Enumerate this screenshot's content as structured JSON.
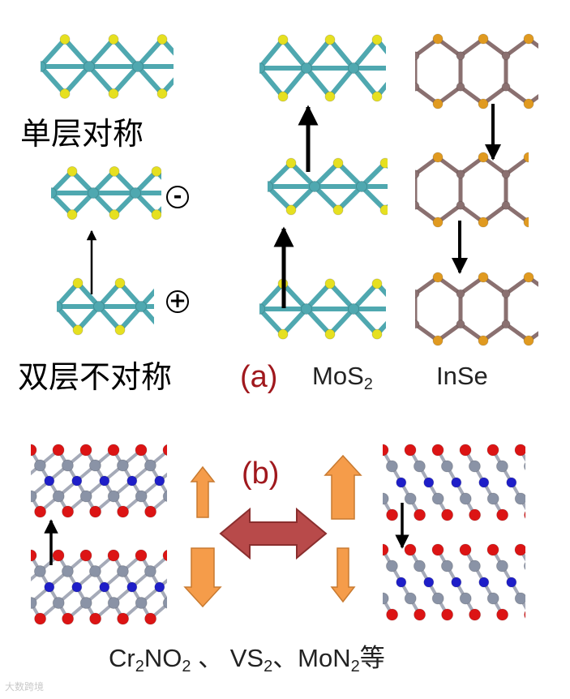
{
  "labels": {
    "monolayer": "单层对称",
    "bilayer": "双层不对称",
    "panel_a": "(a)",
    "panel_b": "(b)",
    "sign_minus": "-",
    "sign_plus": "+"
  },
  "materials_a": [
    {
      "base": "MoS",
      "sub": "2"
    },
    {
      "base": "InSe",
      "sub": ""
    }
  ],
  "materials_b": [
    {
      "base": "Cr",
      "sub": "2"
    },
    {
      "base": "NO",
      "sub": "2"
    },
    {
      "base": " 、 VS",
      "sub": "2"
    },
    {
      "base": "、MoN",
      "sub": "2"
    },
    {
      "base": "等",
      "sub": ""
    }
  ],
  "watermark": "大数跨境",
  "colors": {
    "mos2_metal": "#4fa8b0",
    "mos2_sulfur": "#e6e020",
    "inse_frame": "#8a7070",
    "inse_atom": "#e09a20",
    "cr_nitrogen": "#1e1ec8",
    "cr_oxygen": "#dc1414",
    "cr_metal": "#8a93a6",
    "orange_arrow": "#f59c4a",
    "red_arrow": "#b84a4a",
    "panel_label": "#a0181d"
  }
}
